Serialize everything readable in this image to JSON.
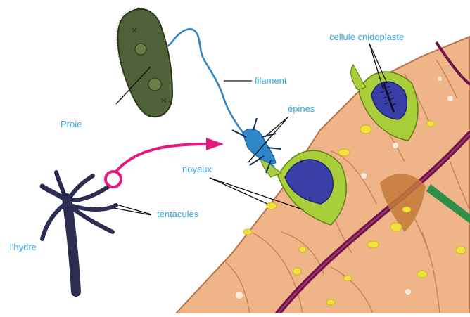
{
  "labels": {
    "cellule": "cellule cnidoplaste",
    "filament": "filament",
    "epines": "épines",
    "proie": "Proie",
    "noyaux": "noyaux",
    "tentacules": "tentacules",
    "hydre": "l'hydre"
  },
  "colors": {
    "label_text": "#35a9e0",
    "arrow": "#e4197f",
    "tissue": "#f0b489",
    "tissue_outline": "#b8704a",
    "cnidocyte_body": "#a8cf3a",
    "capsule": "#3a3fa8",
    "vessel": "#6e1548",
    "nuclei": "#f2e23a",
    "prey": "#4f6138",
    "hydra": "#2d2d52",
    "filament": "#2f86c8"
  }
}
